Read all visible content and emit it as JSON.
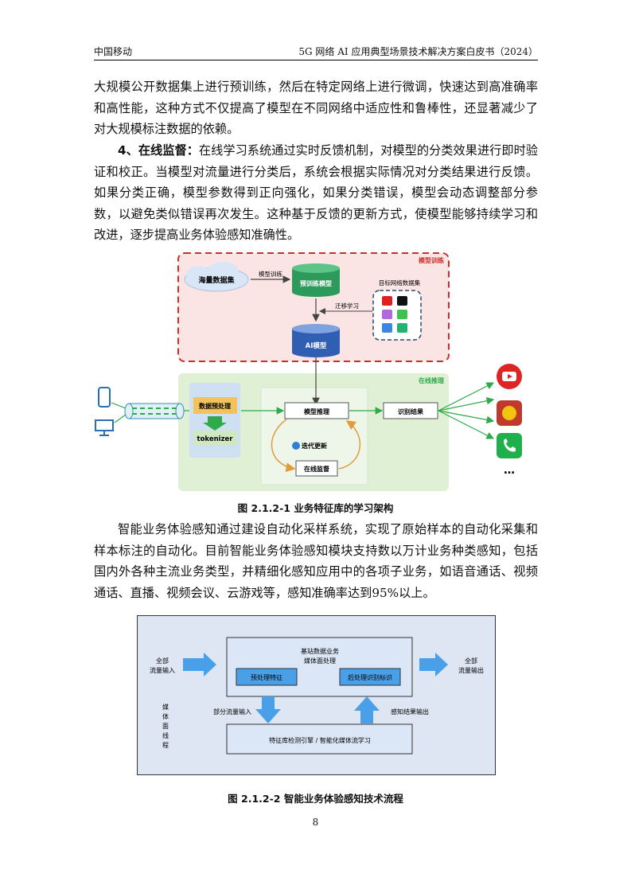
{
  "header": {
    "left": "中国移动",
    "right": "5G 网络 AI 应用典型场景技术解决方案白皮书（2024）"
  },
  "para1": "大规模公开数据集上进行预训练，然后在特定网络上进行微调，快速达到高准确率和高性能，这种方式不仅提高了模型在不同网络中适应性和鲁棒性，还显著减少了对大规模标注数据的依赖。",
  "para2": {
    "lead": "4、在线监督：",
    "body": "在线学习系统通过实时反馈机制，对模型的分类效果进行即时验证和校正。当模型对流量进行分类后，系统会根据实际情况对分类结果进行反馈。如果分类正确，模型参数得到正向强化，如果分类错误，模型会动态调整部分参数，以避免类似错误再次发生。这种基于反馈的更新方式，使模型能够持续学习和改进，逐步提高业务体验感知准确性。"
  },
  "figure1": {
    "caption": "图 2.1.2-1  业务特征库的学习架构",
    "training_label": "模型训练",
    "online_label": "在线推理",
    "cloud": "海量数据集",
    "train_arrow": "模型训练",
    "pretrained": "预训练模型",
    "target_set": "目标网络数据集",
    "transfer": "迁移学习",
    "ai_model": "AI模型",
    "preprocess": "数据预处理",
    "tokenizer": "tokenizer",
    "inference": "模型推理",
    "result": "识别结果",
    "iterate": "迭代更新",
    "supervise": "在线监督",
    "ellipsis": "…",
    "colors": {
      "red_dash": "#c8302e",
      "green_bg": "#dff0d5",
      "green_arrow": "#2eaa4a",
      "db_green": "#2c9a5a",
      "db_blue": "#2f5eb3"
    }
  },
  "para3": "智能业务体验感知通过建设自动化采样系统，实现了原始样本的自动化采集和样本标注的自动化。目前智能业务体验感知模块支持数以万计业务种类感知，包括国内外各种主流业务类型，并精细化感知应用中的各项子业务，如语音通话、视频通话、直播、视频会议、云游戏等，感知准确率达到95%以上。",
  "figure2": {
    "caption": "图 2.1.2-2  智能业务体验感知技术流程",
    "input1": "全部",
    "input2": "流量输入",
    "output1": "全部",
    "output2": "流量输出",
    "center1": "基站数据业务",
    "center2": "媒体面处理",
    "pre": "预处理特征",
    "post": "后处理识别标识",
    "side": [
      "媒",
      "体",
      "面",
      "线",
      "程"
    ],
    "partial": "部分流量输入",
    "perceive": "感知结果输出",
    "engine": "特征库检测引擎 / 智能化媒体流学习"
  },
  "page_number": "8"
}
